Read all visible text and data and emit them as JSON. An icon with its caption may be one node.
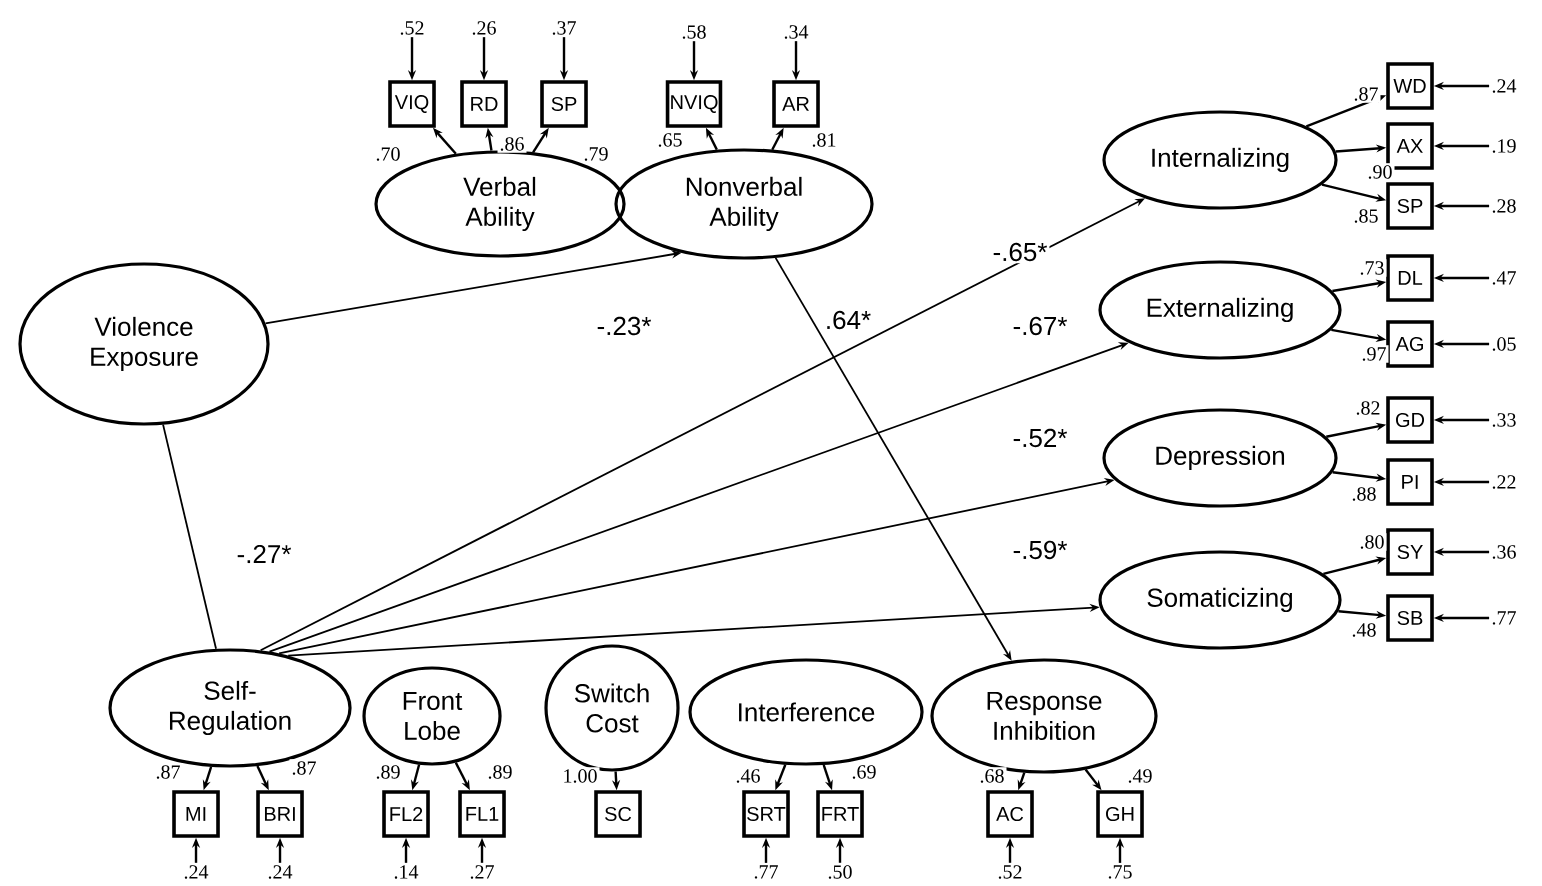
{
  "diagram": {
    "nodes": [
      {
        "text": [
          "Verbal Ability"
        ]
      },
      {
        "text": [
          "Nonverbal Ability"
        ]
      },
      {
        "text": [
          "Internalizing"
        ]
      },
      {
        "text": [
          "Externalizing"
        ]
      },
      {
        "text": [
          "Depression"
        ]
      },
      {
        "text": [
          "Somaticizing"
        ]
      },
      {
        "text": [
          "Violence Exposure"
        ]
      },
      {
        "text": [
          "Self-Regulation"
        ]
      },
      {
        "text": [
          "Front Lobe"
        ]
      },
      {
        "text": [
          "Switch Cost"
        ]
      },
      {
        "text": [
          "Interference"
        ]
      },
      {
        "text": [
          "Response Inhibition"
        ]
      },
      {
        "text": [
          "VIQ"
        ]
      },
      {
        "text": [
          "RD"
        ]
      },
      {
        "text": [
          "SP"
        ]
      },
      {
        "text": [
          "NVIQ"
        ]
      },
      {
        "text": [
          "AR"
        ]
      },
      {
        "text": [
          "WD"
        ]
      },
      {
        "text": [
          "AX"
        ]
      },
      {
        "text": [
          "SP"
        ]
      },
      {
        "text": [
          "DL"
        ]
      },
      {
        "text": [
          "AG"
        ]
      },
      {
        "text": [
          "GD"
        ]
      },
      {
        "text": [
          "PI"
        ]
      },
      {
        "text": [
          "SY"
        ]
      },
      {
        "text": [
          "SB"
        ]
      },
      {
        "text": [
          "MI"
        ]
      },
      {
        "text": [
          "BRI"
        ]
      },
      {
        "text": [
          "FL2"
        ]
      },
      {
        "text": [
          "FL1"
        ]
      },
      {
        "text": [
          "SC"
        ]
      },
      {
        "text": [
          "SRT"
        ]
      },
      {
        "text": [
          "FRT"
        ]
      },
      {
        "text": [
          "AC"
        ]
      },
      {
        "text": [
          "GH"
        ]
      },
      {
        "text": [
          ".52"
        ]
      },
      {
        "text": [
          ".26"
        ]
      },
      {
        "text": [
          ".37"
        ]
      },
      {
        "text": [
          ".58"
        ]
      },
      {
        "text": [
          ".34"
        ]
      },
      {
        "text": [
          ".24"
        ]
      },
      {
        "text": [
          ".19"
        ]
      },
      {
        "text": [
          ".28"
        ]
      },
      {
        "text": [
          ".47"
        ]
      },
      {
        "text": [
          ".05"
        ]
      },
      {
        "text": [
          ".33"
        ]
      },
      {
        "text": [
          ".22"
        ]
      },
      {
        "text": [
          ".36"
        ]
      },
      {
        "text": [
          ".77"
        ]
      },
      {
        "text": [
          ".24"
        ]
      },
      {
        "text": [
          ".24"
        ]
      },
      {
        "text": [
          ".14"
        ]
      },
      {
        "text": [
          ".27"
        ]
      },
      {
        "text": [
          ".77"
        ]
      },
      {
        "text": [
          ".50"
        ]
      },
      {
        "text": [
          ".52"
        ]
      },
      {
        "text": [
          ".75"
        ]
      }
    ],
    "edges": [
      {
        "from": 6,
        "to": 1,
        "arrow": "to",
        "label": "-.23*"
      },
      {
        "from": 6,
        "to": 7,
        "arrow": "none",
        "label": "-.27*"
      },
      {
        "from": 7,
        "to": 2,
        "arrow": "to",
        "label": "-.65*"
      },
      {
        "from": 7,
        "to": 3,
        "arrow": "to",
        "label": "-.67*"
      },
      {
        "from": 7,
        "to": 4,
        "arrow": "to",
        "label": "-.52*"
      },
      {
        "from": 7,
        "to": 5,
        "arrow": "to",
        "label": "-.59*"
      },
      {
        "from": 1,
        "to": 11,
        "arrow": "to",
        "label": ".64*"
      },
      {
        "from": 0,
        "to": 12,
        "arrow": "to",
        "label": ".70"
      },
      {
        "from": 0,
        "to": 13,
        "arrow": "to",
        "label": ".86"
      },
      {
        "from": 0,
        "to": 14,
        "arrow": "to",
        "label": ".79"
      },
      {
        "from": 1,
        "to": 15,
        "arrow": "to",
        "label": ".65"
      },
      {
        "from": 1,
        "to": 16,
        "arrow": "to",
        "label": ".81"
      },
      {
        "from": 2,
        "to": 17,
        "arrow": "to",
        "label": ".87"
      },
      {
        "from": 2,
        "to": 18,
        "arrow": "to",
        "label": ".90"
      },
      {
        "from": 2,
        "to": 19,
        "arrow": "to",
        "label": ".85"
      },
      {
        "from": 3,
        "to": 20,
        "arrow": "to",
        "label": ".73"
      },
      {
        "from": 3,
        "to": 21,
        "arrow": "to",
        "label": ".97"
      },
      {
        "from": 4,
        "to": 22,
        "arrow": "to",
        "label": ".82"
      },
      {
        "from": 4,
        "to": 23,
        "arrow": "to",
        "label": ".88"
      },
      {
        "from": 5,
        "to": 24,
        "arrow": "to",
        "label": ".80"
      },
      {
        "from": 5,
        "to": 25,
        "arrow": "to",
        "label": ".48"
      },
      {
        "from": 7,
        "to": 26,
        "arrow": "to",
        "label": ".87"
      },
      {
        "from": 7,
        "to": 27,
        "arrow": "to",
        "label": ".87"
      },
      {
        "from": 8,
        "to": 28,
        "arrow": "to",
        "label": ".89"
      },
      {
        "from": 8,
        "to": 29,
        "arrow": "to",
        "label": ".89"
      },
      {
        "from": 9,
        "to": 30,
        "arrow": "to",
        "label": "1.00"
      },
      {
        "from": 10,
        "to": 31,
        "arrow": "to",
        "label": ".46"
      },
      {
        "from": 10,
        "to": 32,
        "arrow": "to",
        "label": ".69"
      },
      {
        "from": 11,
        "to": 33,
        "arrow": "to",
        "label": ".68"
      },
      {
        "from": 11,
        "to": 34,
        "arrow": "to",
        "label": ".49"
      },
      {
        "from": 35,
        "to": 12,
        "arrow": "to"
      },
      {
        "from": 36,
        "to": 13,
        "arrow": "to"
      },
      {
        "from": 37,
        "to": 14,
        "arrow": "to"
      },
      {
        "from": 38,
        "to": 15,
        "arrow": "to"
      },
      {
        "from": 39,
        "to": 16,
        "arrow": "to"
      },
      {
        "from": 40,
        "to": 17,
        "arrow": "to"
      },
      {
        "from": 41,
        "to": 18,
        "arrow": "to"
      },
      {
        "from": 42,
        "to": 19,
        "arrow": "to"
      },
      {
        "from": 43,
        "to": 20,
        "arrow": "to"
      },
      {
        "from": 44,
        "to": 21,
        "arrow": "to"
      },
      {
        "from": 45,
        "to": 22,
        "arrow": "to"
      },
      {
        "from": 46,
        "to": 23,
        "arrow": "to"
      },
      {
        "from": 47,
        "to": 24,
        "arrow": "to"
      },
      {
        "from": 48,
        "to": 25,
        "arrow": "to"
      },
      {
        "from": 49,
        "to": 26,
        "arrow": "to"
      },
      {
        "from": 50,
        "to": 27,
        "arrow": "to"
      },
      {
        "from": 51,
        "to": 28,
        "arrow": "to"
      },
      {
        "from": 52,
        "to": 29,
        "arrow": "to"
      },
      {
        "from": 53,
        "to": 31,
        "arrow": "to"
      },
      {
        "from": 54,
        "to": 32,
        "arrow": "to"
      },
      {
        "from": 55,
        "to": 33,
        "arrow": "to"
      },
      {
        "from": 56,
        "to": 34,
        "arrow": "to"
      }
    ]
  }
}
